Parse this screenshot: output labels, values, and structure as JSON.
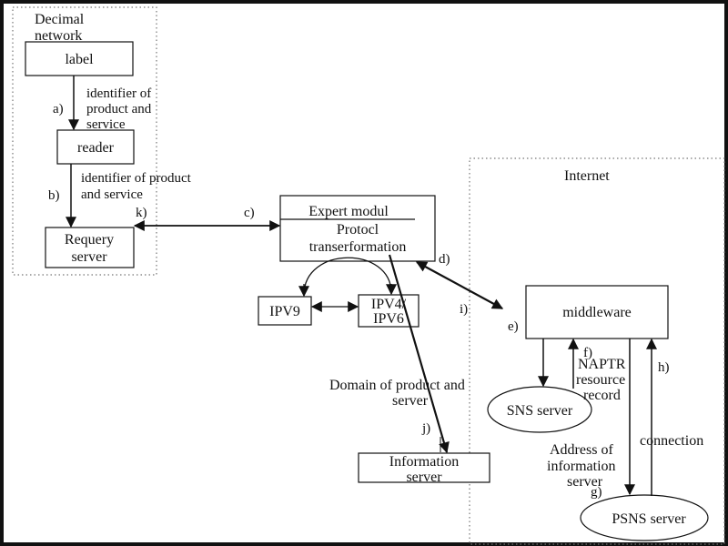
{
  "regions": {
    "decimal_network": {
      "label_lines": [
        "Decimal",
        "network"
      ]
    },
    "internet": {
      "label": "Internet"
    }
  },
  "nodes": {
    "label": {
      "lines": [
        "label"
      ]
    },
    "reader": {
      "lines": [
        "reader"
      ]
    },
    "requery_server": {
      "lines": [
        "Requery",
        "server"
      ]
    },
    "expert_module": {
      "title": "Expert modul",
      "lines": [
        "Protocl",
        "transerformation"
      ]
    },
    "ipv9": {
      "lines": [
        "IPV9"
      ]
    },
    "ipv4_ipv6": {
      "lines": [
        "IPV4/",
        "IPV6"
      ]
    },
    "information_server": {
      "lines": [
        "Information",
        "server"
      ]
    },
    "middleware": {
      "lines": [
        "middleware"
      ]
    },
    "sns_server": {
      "lines": [
        "SNS server"
      ]
    },
    "psns_server": {
      "lines": [
        "PSNS server"
      ]
    }
  },
  "edge_labels": {
    "a": "a)",
    "a_desc": [
      "identifier of",
      "product and",
      "service"
    ],
    "b": "b)",
    "b_desc": [
      "identifier of product",
      "and service"
    ],
    "c": "c)",
    "k": "k)",
    "d": "d)",
    "i": "i)",
    "e": "e)",
    "f": "f)",
    "f_desc": [
      "NAPTR",
      "resource",
      "record"
    ],
    "h": "h)",
    "h_desc": "connection",
    "g": "g)",
    "g_desc": [
      "Address of",
      "information",
      "server"
    ],
    "j": "j)",
    "j_desc": [
      "Domain of product and",
      "server"
    ]
  },
  "colors": {
    "stroke": "#111111",
    "frame": "#111111",
    "dotted": "#666666",
    "background": "#ffffff"
  }
}
